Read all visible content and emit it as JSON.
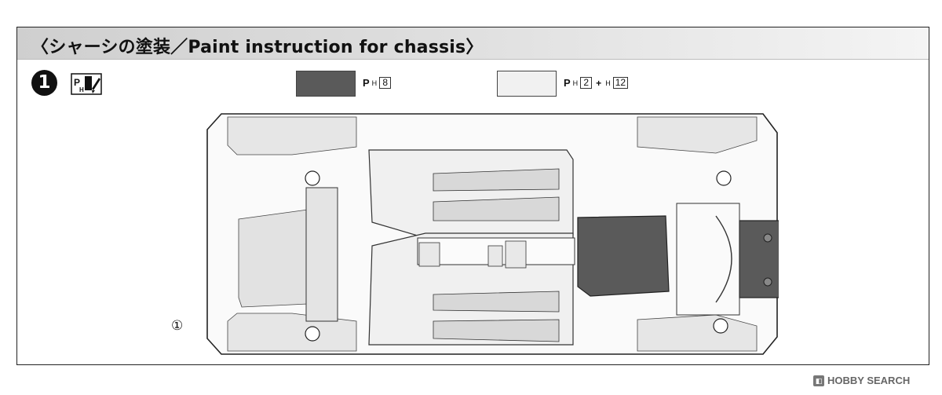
{
  "header": {
    "title": "〈シャーシの塗装／Paint instruction for chassis〉"
  },
  "step": {
    "number": "1"
  },
  "legend": {
    "dark": {
      "prefix_p": "P",
      "prefix_h": "H",
      "code": "8",
      "color": "#5a5a5a"
    },
    "light": {
      "prefix_p": "P",
      "prefix_h": "H",
      "code1": "2",
      "plus": "+",
      "prefix_h2": "H",
      "code2": "12",
      "color": "#f1f1f1"
    }
  },
  "callout": {
    "part": "①"
  },
  "watermark": {
    "text": "HOBBY SEARCH"
  },
  "icons": {
    "step": "step-number-icon",
    "brush": "paint-brush-icon",
    "logo": "hobby-search-logo-icon"
  }
}
